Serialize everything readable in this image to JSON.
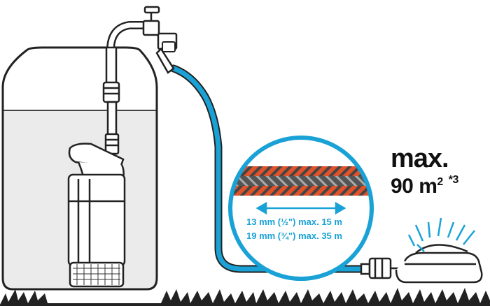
{
  "area": {
    "label": "max.",
    "value": "90 m",
    "unit_exp": "2",
    "footnote": "*3"
  },
  "hose_specs": [
    {
      "size": "13mm (½\")",
      "length": "max. 15m"
    },
    {
      "size": "19mm (¾\")",
      "length": "max. 35m"
    }
  ],
  "spec_text": {
    "line1": "13 mm (½\") max. 15 m",
    "line2": "19 mm (¾\") max. 35 m"
  },
  "colors": {
    "hose": "#1aa2d6",
    "hose_layer": "#e0522a",
    "outline": "#222222",
    "water": "#e6e6e6"
  }
}
